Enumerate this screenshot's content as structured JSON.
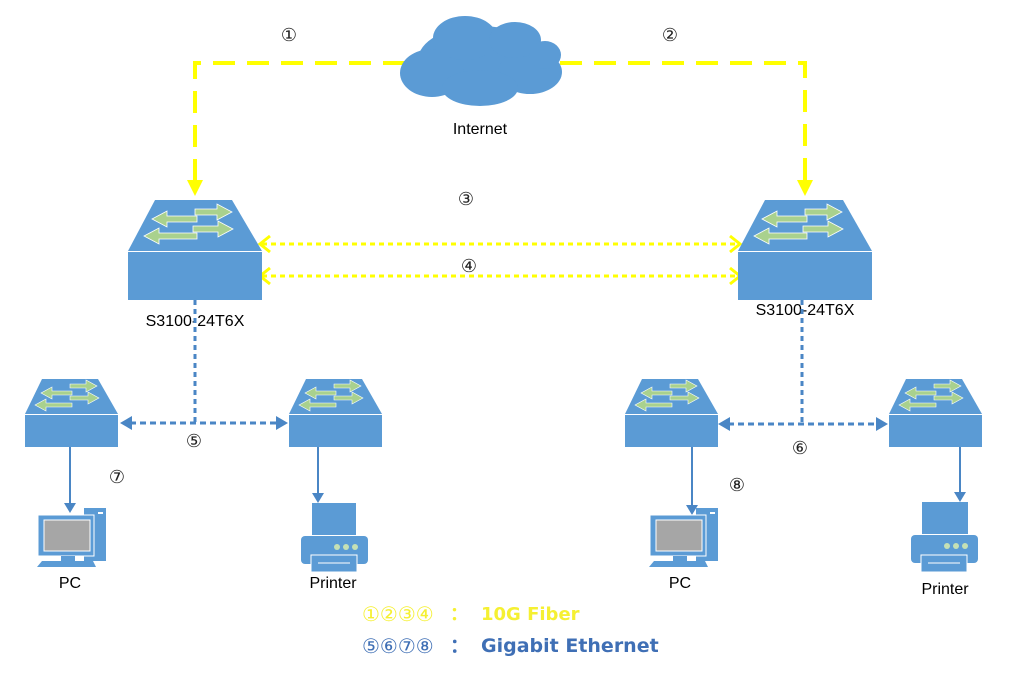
{
  "diagram": {
    "internet": {
      "label": "Internet"
    },
    "core_switches": [
      {
        "label": "S3100-24T6X"
      },
      {
        "label": "S3100-24T6X"
      }
    ],
    "endpoints": [
      {
        "label": "PC"
      },
      {
        "label": "Printer"
      },
      {
        "label": "PC"
      },
      {
        "label": "Printer"
      }
    ],
    "link_markers": {
      "1": "①",
      "2": "②",
      "3": "③",
      "4": "④",
      "5": "⑤",
      "6": "⑥",
      "7": "⑦",
      "8": "⑧"
    },
    "legend": [
      {
        "markers": "①②③④",
        "separator": "：",
        "text": "10G Fiber",
        "color": "#f5f032"
      },
      {
        "markers": "⑤⑥⑦⑧",
        "separator": "：",
        "text": "Gigabit Ethernet",
        "color": "#3f6fb5"
      }
    ],
    "colors": {
      "device_blue": "#5b9bd5",
      "arrow_green": "#a9d18e",
      "fiber_yellow": "#ffff00",
      "ethernet_blue": "#4a86c5"
    }
  }
}
